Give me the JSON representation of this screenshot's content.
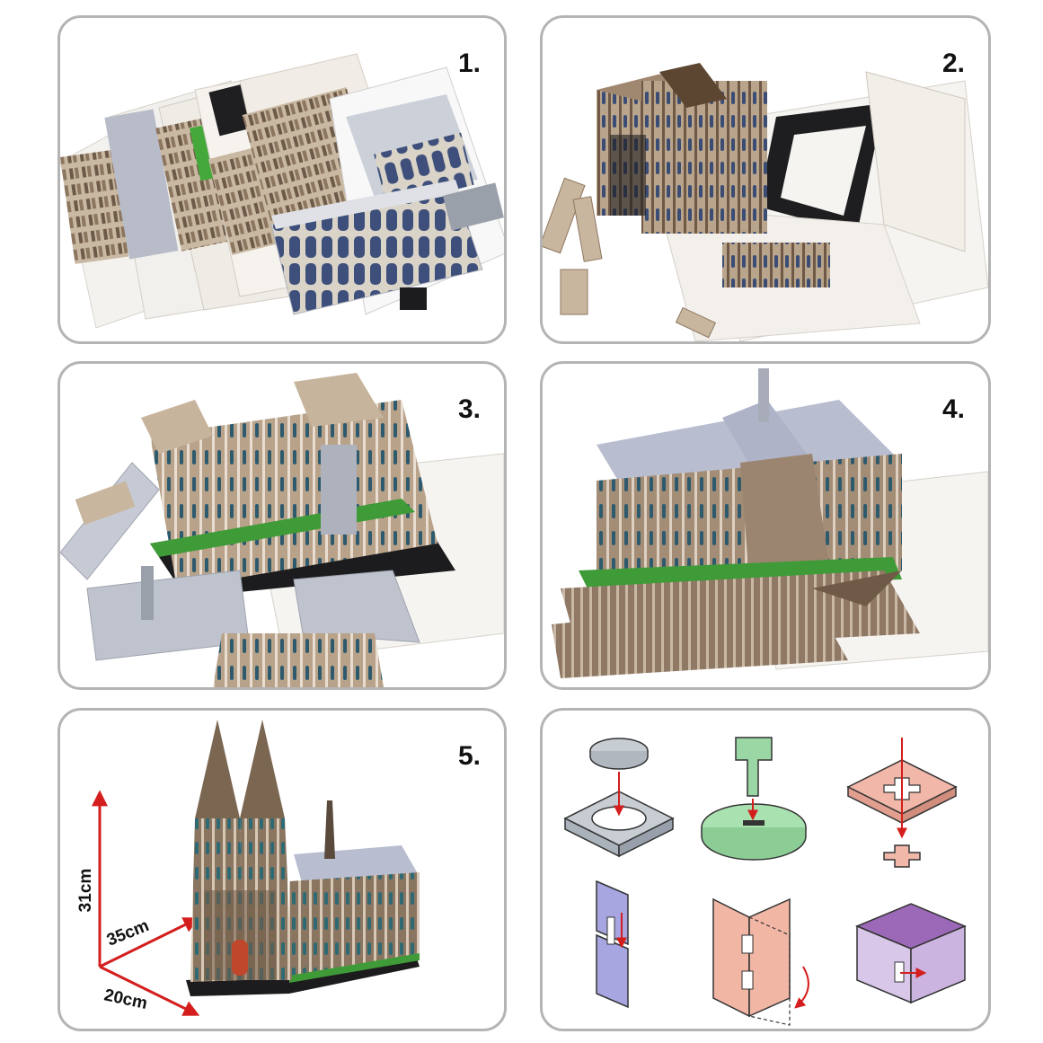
{
  "steps": [
    {
      "label": "1."
    },
    {
      "label": "2."
    },
    {
      "label": "3."
    },
    {
      "label": "4."
    },
    {
      "label": "5."
    }
  ],
  "dimensions": {
    "height": "31cm",
    "length": "35cm",
    "width": "20cm"
  },
  "colors": {
    "frame": "#b4b4b4",
    "arrow": "#d41e1e",
    "model": "#8a7560",
    "roof": "#b8bdd0"
  }
}
